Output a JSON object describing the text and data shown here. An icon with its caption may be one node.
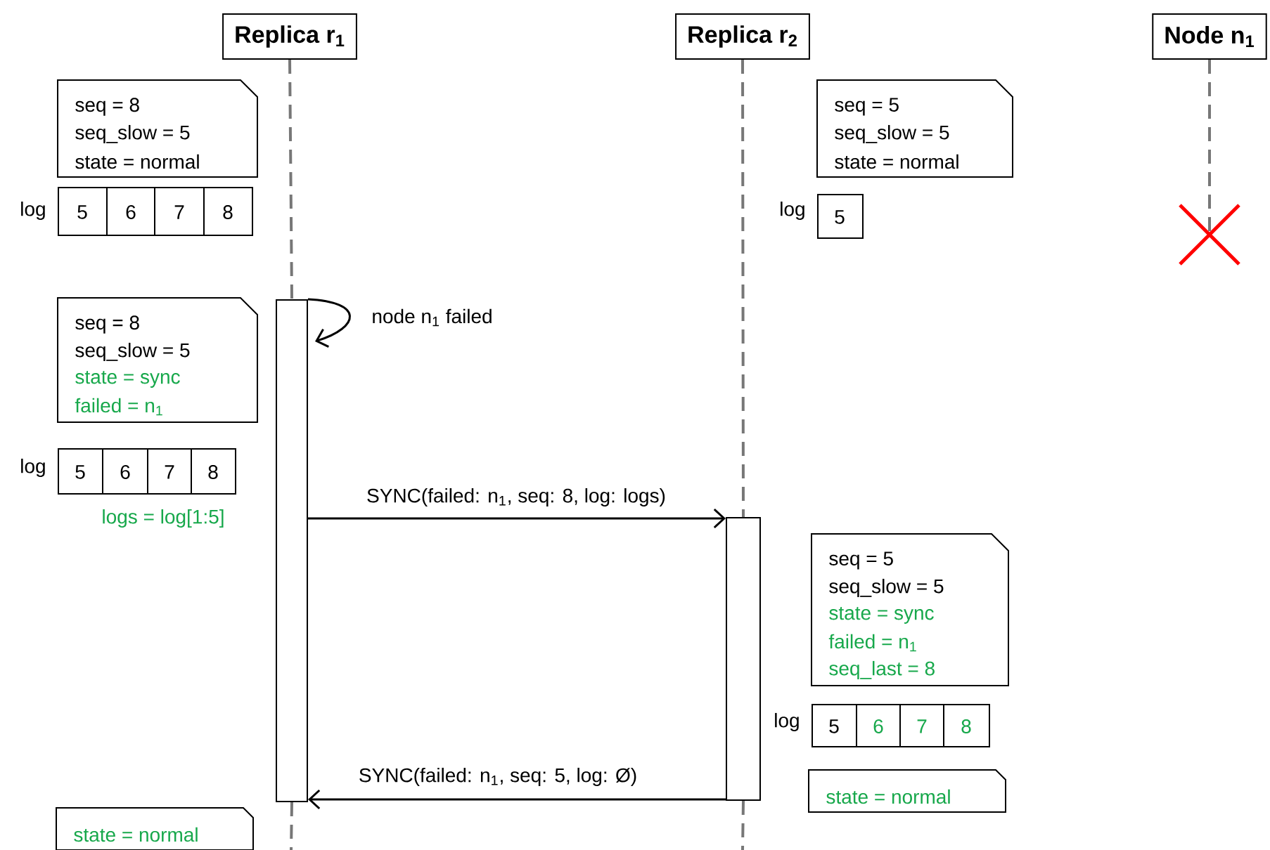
{
  "diagram": {
    "nodes": [
      {
        "text": [
          "Replica r$_{1}$"
        ]
      },
      {
        "text": [
          "Replica r$_{2}$"
        ]
      },
      {
        "text": [
          "Node n$_{1}$"
        ]
      },
      {
        "text": [],
        "shape": "bar"
      },
      {
        "text": [],
        "shape": "bar"
      },
      {
        "text": [
          "seq = 8",
          "seq_slow = 5",
          "state = normal"
        ]
      },
      {
        "text": [
          "5",
          "6",
          "7",
          "8"
        ],
        "beside": [
          "log"
        ]
      },
      {
        "text": [
          "seq = 5",
          "seq_slow = 5",
          "state = normal"
        ]
      },
      {
        "text": [
          "5"
        ],
        "beside": [
          "log"
        ]
      },
      {
        "text": [
          "seq = 8",
          "seq_slow = 5",
          "state = sync",
          "failed = n$_{1}$"
        ]
      },
      {
        "text": [
          "5",
          "6",
          "7",
          "8"
        ],
        "beside": [
          "log",
          "logs = log[1:5]"
        ]
      },
      {
        "text": [
          "seq = 5",
          "seq_slow = 5",
          "state = sync",
          "failed = n$_{1}$",
          "seq_last = 8"
        ]
      },
      {
        "text": [
          "5",
          "6",
          "7",
          "8"
        ],
        "beside": [
          "log"
        ]
      },
      {
        "text": [
          "state = normal"
        ]
      },
      {
        "text": [
          "state = normal"
        ]
      }
    ],
    "edges": [
      {
        "from": 0,
        "to": 3,
        "arrow": "none",
        "style": "dashed"
      },
      {
        "from": 3,
        "to": null,
        "arrow": "none",
        "style": "dashed"
      },
      {
        "from": 1,
        "to": 4,
        "arrow": "none",
        "style": "dashed"
      },
      {
        "from": 4,
        "to": null,
        "arrow": "none",
        "style": "dashed"
      },
      {
        "from": 2,
        "to": null,
        "arrow": "none",
        "style": "dashed"
      },
      {
        "from": 3,
        "to": 3,
        "arrow": "to",
        "label": "node n$_{1}$ failed",
        "color": "#000000"
      },
      {
        "from": 3,
        "to": 4,
        "arrow": "to",
        "label": "SYNC(failed: n$_{1}$, seq: 8, log: logs)",
        "color": "#000000"
      },
      {
        "from": 4,
        "to": 3,
        "arrow": "to",
        "label": "SYNC(failed: n$_{1}$, seq: 5, log: Ø)",
        "color": "#000000"
      }
    ]
  }
}
